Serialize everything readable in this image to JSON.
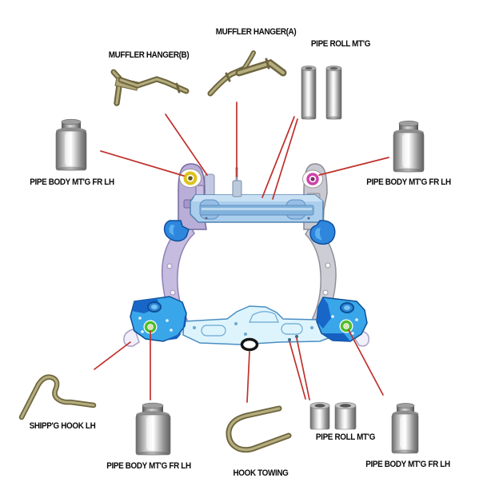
{
  "diagram": {
    "type": "auto-parts-callout-diagram",
    "subject": "front subframe / crossmember assembly",
    "labels": {
      "muffler_hanger_a": "MUFFLER HANGER(A)",
      "muffler_hanger_b": "MUFFLER HANGER(B)",
      "pipe_roll_mtg_top": "PIPE ROLL MT'G",
      "pipe_body_mtg_left": "PIPE BODY MT'G FR LH",
      "pipe_body_mtg_right": "PIPE BODY MT'G FR LH",
      "shipping_hook": "SHIPP'G HOOK LH",
      "pipe_body_mtg_bottom_left": "PIPE BODY MT'G FR LH",
      "hook_towing": "HOOK TOWING",
      "pipe_roll_mtg_bottom": "PIPE ROLL MT'G",
      "pipe_body_mtg_bottom_right": "PIPE BODY MT'G FR LH"
    },
    "part_counts": {
      "pipe_roll_mtg_top_cylinders": 2,
      "pipe_roll_mtg_bottom_cylinders": 2,
      "pipe_body_mtg_cylinders": 4,
      "muffler_hangers": 2,
      "hooks": 2
    },
    "colors": {
      "background": "#ffffff",
      "leader_line": "#c0302c",
      "label_text": "#0a0a0a",
      "frame_light_blue": "#abceec",
      "frame_pale_cyan": "#def4fd",
      "frame_bright_blue": "#3aa6ea",
      "frame_dark_blue": "#1866c8",
      "frame_lavender": "#c6bcdf",
      "frame_gray": "#cdcdd6",
      "bushing_yellow": "#ddc31e",
      "bushing_magenta": "#cf42ab",
      "bushing_green": "#4fbe2a",
      "metal_silver": "#d6d6d6",
      "rod_olive": "#9a9264"
    }
  }
}
